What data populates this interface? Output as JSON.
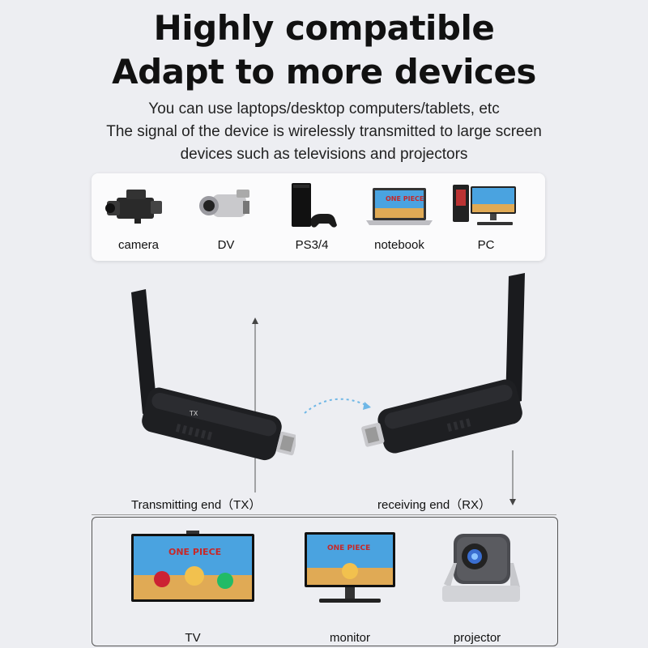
{
  "heading": {
    "line1": "Highly compatible",
    "line2": "Adapt to more devices"
  },
  "description": {
    "line1": "You can use laptops/desktop computers/tablets, etc",
    "line2": "The signal of the device is wirelessly transmitted to large screen",
    "line3": "devices such as televisions and projectors"
  },
  "source_devices": [
    {
      "label": "camera",
      "icon": "camera-icon"
    },
    {
      "label": "DV",
      "icon": "camcorder-icon"
    },
    {
      "label": "PS3/4",
      "icon": "game-console-icon"
    },
    {
      "label": "notebook",
      "icon": "laptop-icon"
    },
    {
      "label": "PC",
      "icon": "desktop-pc-icon"
    }
  ],
  "dongles": {
    "tx_label": "Transmitting end（TX）",
    "rx_label": "receiving end（RX）",
    "badge": "TX"
  },
  "display_devices": [
    {
      "label": "TV",
      "icon": "tv-icon"
    },
    {
      "label": "monitor",
      "icon": "monitor-icon"
    },
    {
      "label": "projector",
      "icon": "projector-icon"
    }
  ],
  "colors": {
    "background": "#edeef2",
    "dongle_body": "#1e1f22",
    "screen_sky": "#4aa3e0"
  }
}
